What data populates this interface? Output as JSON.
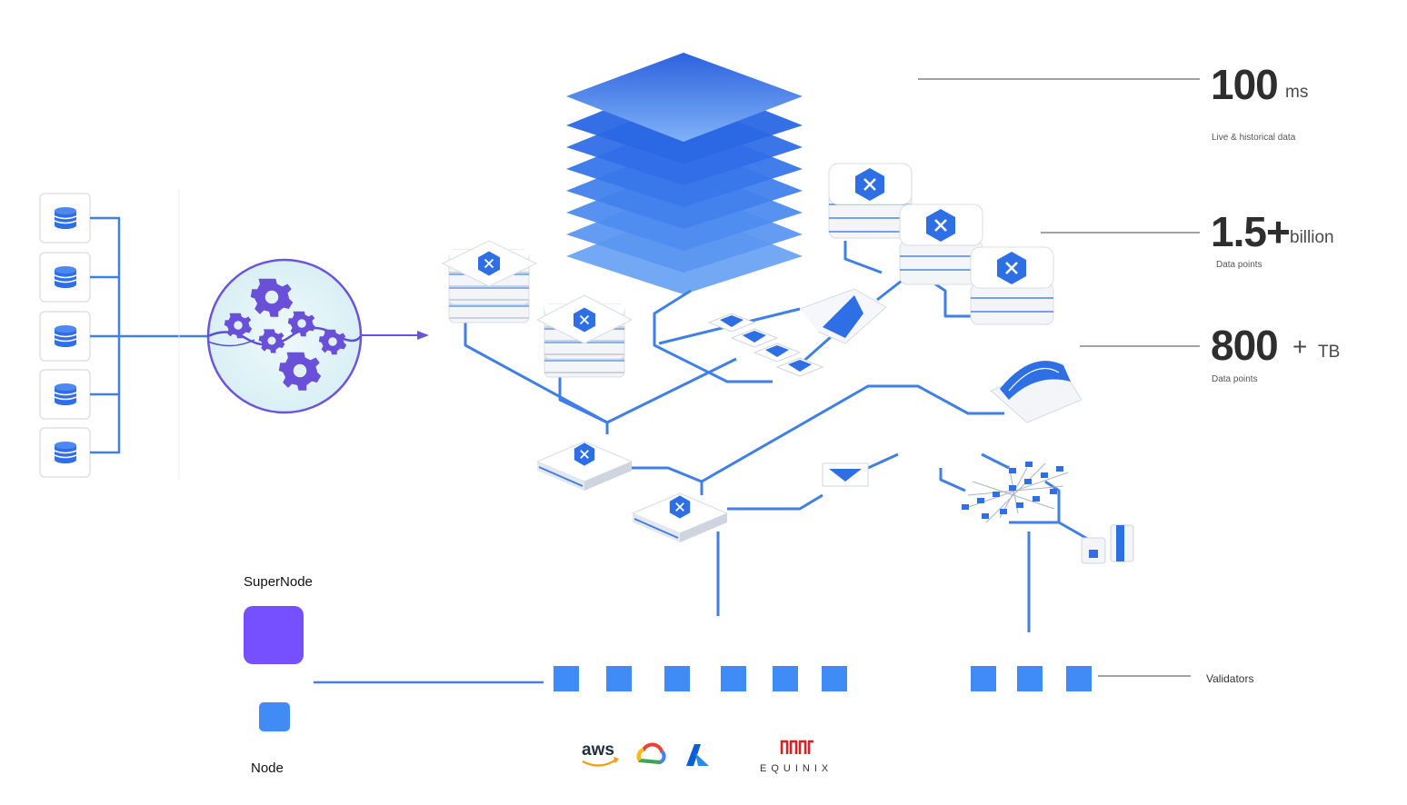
{
  "stats": [
    {
      "number": "100",
      "unit": "ms",
      "caption": "Live & historical data"
    },
    {
      "number": "1.5+",
      "unit": "billion",
      "caption": "Data points"
    },
    {
      "number": "800",
      "plus": "+",
      "unit": "TB",
      "caption": "Data points"
    }
  ],
  "legend": {
    "supernode_label": "SuperNode",
    "node_label": "Node",
    "supernode_color": "#7650ff",
    "node_color": "#3f8cf6"
  },
  "validators_label": "Validators",
  "providers": {
    "aws": "aws",
    "google_cloud": "google-cloud-icon",
    "azure": "A",
    "equinix": "EQUINIX"
  },
  "colors": {
    "line_blue": "#3f7fe6",
    "stack_blue": "#2f6fe6",
    "gear_purple": "#6a4fd8"
  }
}
